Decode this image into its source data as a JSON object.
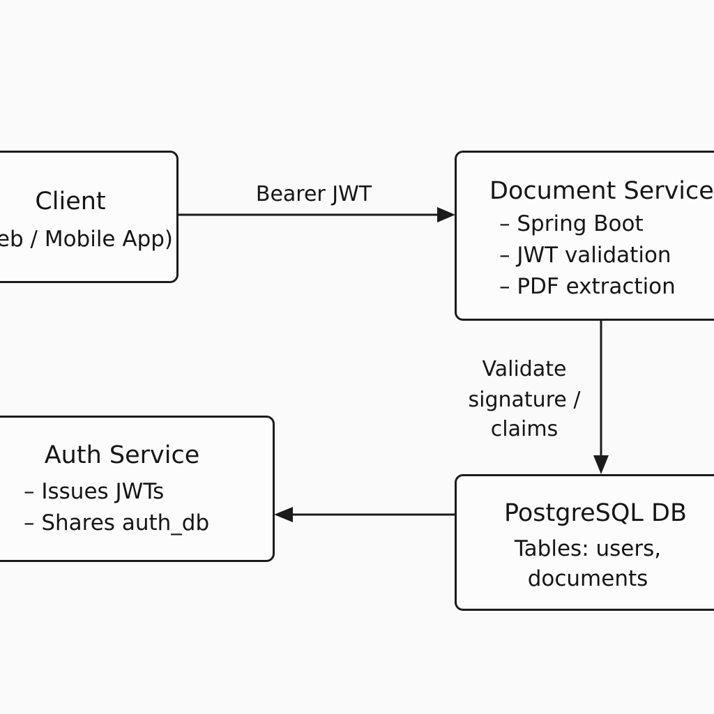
{
  "background_color": "#fafafa",
  "stroke_color": "#1b1b1b",
  "nodes": {
    "client": {
      "title": "Client",
      "subtitle": "(Web / Mobile App)"
    },
    "document_service": {
      "title": "Document Service",
      "items": [
        "– Spring Boot",
        "– JWT validation",
        "– PDF extraction"
      ]
    },
    "postgres": {
      "title": "PostgreSQL DB",
      "lines": [
        "Tables: users,",
        "documents"
      ]
    },
    "auth_service": {
      "title": "Auth Service",
      "items": [
        "– Issues JWTs",
        "– Shares auth_db"
      ]
    }
  },
  "edges": {
    "client_to_document": {
      "label": "Bearer JWT"
    },
    "document_to_postgres": {
      "label_lines": [
        "Validate",
        "signature /",
        "claims"
      ]
    },
    "postgres_to_auth": {}
  }
}
